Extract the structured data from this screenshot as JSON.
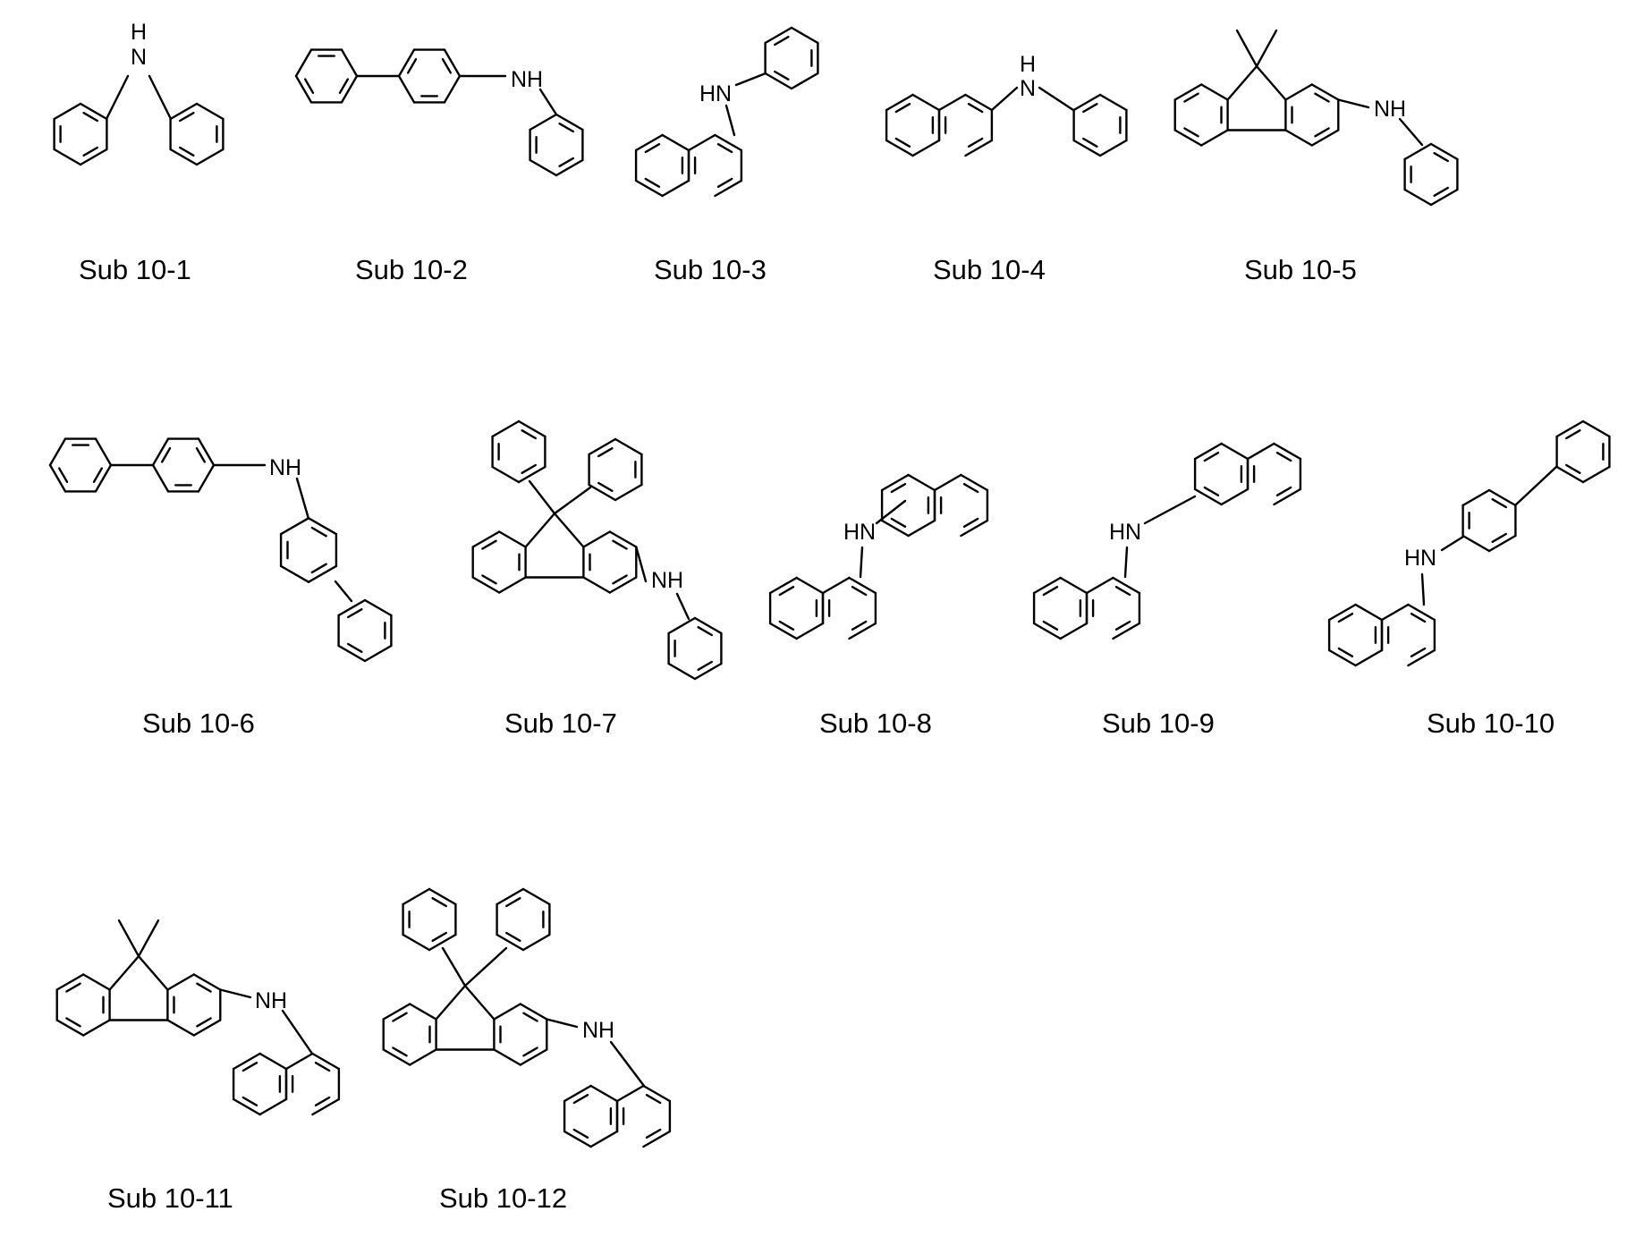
{
  "figure": {
    "compounds": [
      {
        "id": "sub10-1",
        "label": "Sub 10-1",
        "nh_text": "H",
        "n_text": "N"
      },
      {
        "id": "sub10-2",
        "label": "Sub 10-2",
        "nh_text": "NH"
      },
      {
        "id": "sub10-3",
        "label": "Sub 10-3",
        "nh_text": "HN"
      },
      {
        "id": "sub10-4",
        "label": "Sub 10-4",
        "nh_text": "H",
        "n_text": "N"
      },
      {
        "id": "sub10-5",
        "label": "Sub 10-5",
        "nh_text": "NH"
      },
      {
        "id": "sub10-6",
        "label": "Sub 10-6",
        "nh_text": "NH"
      },
      {
        "id": "sub10-7",
        "label": "Sub 10-7",
        "nh_text": "NH"
      },
      {
        "id": "sub10-8",
        "label": "Sub 10-8",
        "nh_text": "HN"
      },
      {
        "id": "sub10-9",
        "label": "Sub 10-9",
        "nh_text": "HN"
      },
      {
        "id": "sub10-10",
        "label": "Sub 10-10",
        "nh_text": "HN"
      },
      {
        "id": "sub10-11",
        "label": "Sub 10-11",
        "nh_text": "NH"
      },
      {
        "id": "sub10-12",
        "label": "Sub 10-12",
        "nh_text": "NH"
      }
    ]
  }
}
